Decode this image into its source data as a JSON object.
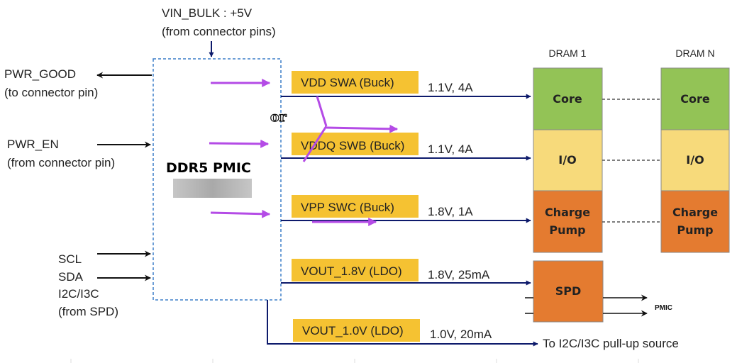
{
  "colors": {
    "line": "#0d1a6b",
    "black": "#111111",
    "rail_fill": "#f5c232",
    "magenta": "#b44be6",
    "pmic_border": "#3d7ec8",
    "core_fill": "#93c356",
    "io_fill": "#f7da7b",
    "pump_fill": "#e47b30",
    "spd_fill": "#e47b30",
    "grey_bar": "#bcbcbc"
  },
  "vin": {
    "line1": "VIN_BULK : +5V",
    "line2": "(from connector pins)"
  },
  "left_signals": {
    "pwr_good": {
      "line1": "PWR_GOOD",
      "line2": "(to connector pin)"
    },
    "pwr_en": {
      "line1": "PWR_EN",
      "line2": "(from connector pin)"
    },
    "scl": "SCL",
    "sda": "SDA",
    "i2c_line1": "I2C/I3C",
    "i2c_line2": "(from SPD)"
  },
  "pmic": {
    "title": "DDR5 PMIC"
  },
  "or_label": "or",
  "rails": [
    {
      "name": "VDD SWA (Buck)",
      "spec": "1.1V, 4A"
    },
    {
      "name": "VDDQ SWB (Buck)",
      "spec": "1.1V, 4A"
    },
    {
      "name": "VPP SWC (Buck)",
      "spec": "1.8V, 1A"
    },
    {
      "name": "VOUT_1.8V (LDO)",
      "spec": "1.8V, 25mA"
    },
    {
      "name": "VOUT_1.0V (LDO)",
      "spec": "1.0V, 20mA"
    }
  ],
  "dram": {
    "headers": [
      "DRAM 1",
      "DRAM N"
    ],
    "core": "Core",
    "io": "I/O",
    "pump_line1": "Charge",
    "pump_line2": "Pump"
  },
  "spd": {
    "label": "SPD",
    "pmic_label": "PMIC"
  },
  "pullup": "To I2C/I3C pull-up source"
}
